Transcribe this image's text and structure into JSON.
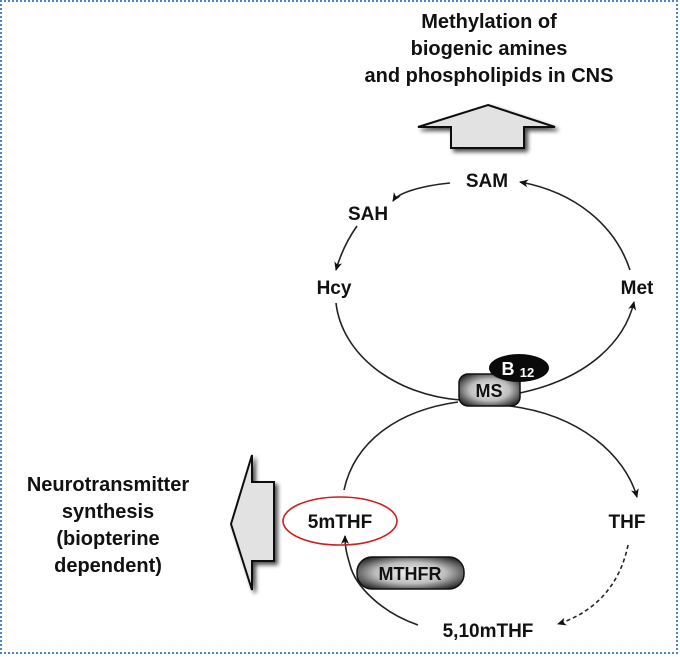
{
  "top_output": {
    "lines": [
      "Methylation of",
      "biogenic amines",
      "and phospholipids in CNS"
    ],
    "arrow_icon": "up-arrow-icon"
  },
  "side_output": {
    "lines": [
      "Neurotransmitter",
      "synthesis",
      "(biopterine",
      "dependent)"
    ],
    "arrow_icon": "left-arrow-icon"
  },
  "methionine_cycle": {
    "nodes": {
      "sam": "SAM",
      "sah": "SAH",
      "hcy": "Hcy",
      "met": "Met"
    }
  },
  "folate_cycle": {
    "nodes": {
      "five_mthf": "5mTHF",
      "thf": "THF",
      "five_ten_mthf": "5,10mTHF"
    },
    "highlighted_node": "5mTHF",
    "highlight_color": "#cc1f1f"
  },
  "enzymes": {
    "ms": "MS",
    "cofactor_base": "B",
    "cofactor_sub": "12",
    "mthfr": "MTHFR"
  },
  "colors": {
    "border": "#4a86c8",
    "arrow_fill": "#e2e2e2",
    "line": "#222222"
  }
}
